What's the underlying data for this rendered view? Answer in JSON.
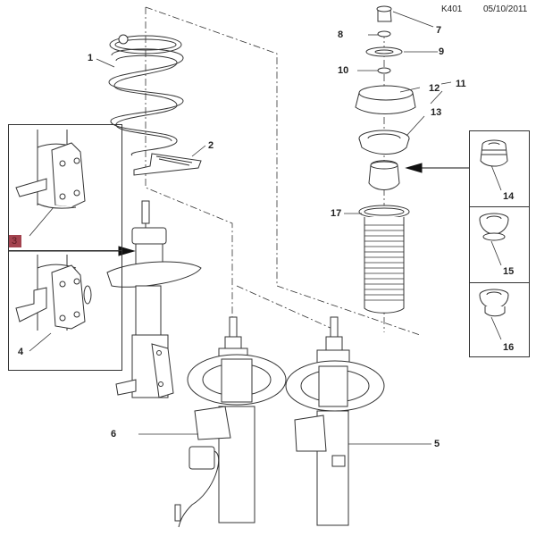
{
  "header": {
    "code": "K401",
    "date": "05/10/2011"
  },
  "highlight_color": "#a3434f",
  "callouts": {
    "c1": "1",
    "c2": "2",
    "c3": "3",
    "c4": "4",
    "c5": "5",
    "c6": "6",
    "c7": "7",
    "c8": "8",
    "c9": "9",
    "c10": "10",
    "c11": "11",
    "c12": "12",
    "c13": "13",
    "c14": "14",
    "c15": "15",
    "c16": "16",
    "c17": "17"
  },
  "parts": [
    {
      "ref": "1",
      "name": "coil-spring"
    },
    {
      "ref": "2",
      "name": "spring-seat"
    },
    {
      "ref": "3",
      "name": "bracket-variant-a",
      "highlighted": true
    },
    {
      "ref": "4",
      "name": "bracket-variant-b"
    },
    {
      "ref": "5",
      "name": "shock-absorber-strut"
    },
    {
      "ref": "6",
      "name": "shock-absorber-strut-with-sensor"
    },
    {
      "ref": "7",
      "name": "cap"
    },
    {
      "ref": "8",
      "name": "nut"
    },
    {
      "ref": "9",
      "name": "washer"
    },
    {
      "ref": "10",
      "name": "nut"
    },
    {
      "ref": "11",
      "name": "strut-mount-assembly"
    },
    {
      "ref": "12",
      "name": "strut-mount"
    },
    {
      "ref": "13",
      "name": "bearing"
    },
    {
      "ref": "14",
      "name": "bump-stop-variant-a"
    },
    {
      "ref": "15",
      "name": "bump-stop-variant-b"
    },
    {
      "ref": "16",
      "name": "bump-stop-variant-c"
    },
    {
      "ref": "17",
      "name": "dust-boot"
    }
  ]
}
